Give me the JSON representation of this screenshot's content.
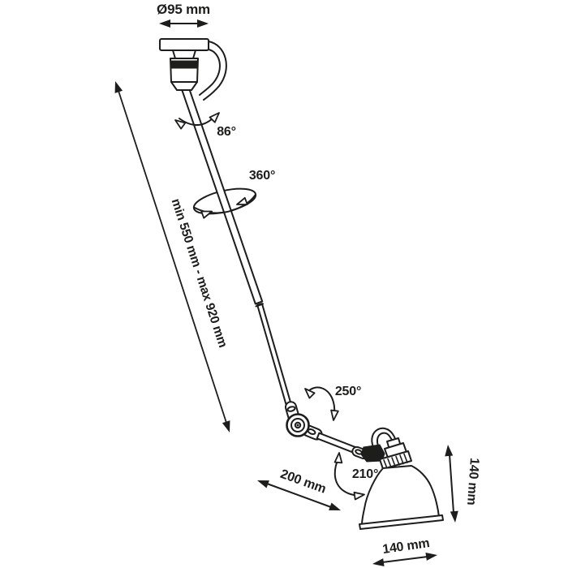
{
  "diagram": {
    "type": "technical-dimension-drawing",
    "subject": "articulated ceiling lamp with bell shade, telescopic stem and swivel joints",
    "colors": {
      "line": "#1d1d1b",
      "background": "#ffffff"
    },
    "labels": {
      "canopy_diameter": "Ø95 mm",
      "canopy_tilt_angle": "86°",
      "stem_rotation_angle": "360°",
      "stem_length_range": "min 550 mm - max 920 mm",
      "elbow_angle": "250°",
      "head_angle": "210°",
      "forearm_length": "200 mm",
      "shade_height": "140 mm",
      "shade_diameter": "140 mm"
    }
  }
}
